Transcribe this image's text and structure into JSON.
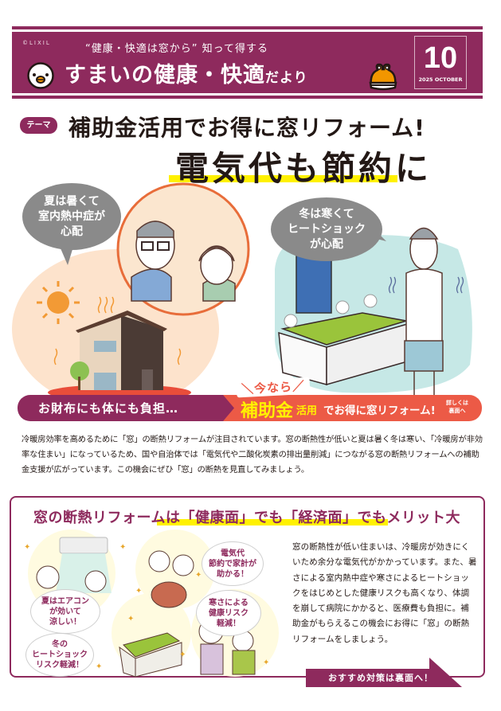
{
  "header": {
    "copyright": "©LIXIL",
    "tagline": "“健康・快適は窓から” 知って得する",
    "title_main": "すまいの健康・快適",
    "title_suffix": "だより",
    "issue_number": "10",
    "issue_date": "2025 OCTOBER",
    "brand_color": "#8e2a5d"
  },
  "theme": {
    "badge": "テーマ",
    "title": "補助金活用でお得に窓リフォーム!",
    "subtitle": "電気代も節約に",
    "highlight_color": "#fff100"
  },
  "illustrations": {
    "summer_bubble": [
      "夏は暑くて",
      "室内熱中症が",
      "心配"
    ],
    "winter_bubble": [
      "冬は寒くて",
      "ヒートショック",
      "が心配"
    ]
  },
  "banner": {
    "left": "お財布にも体にも負担…",
    "now": "今なら",
    "big": "補助金",
    "mid": "活用",
    "rest": "でお得に窓リフォーム!",
    "detail_line1": "詳しくは",
    "detail_line2": "裏面へ",
    "accent_color": "#ec5a46"
  },
  "intro": {
    "paragraph": "冷暖房効率を高めるために「窓」の断熱リフォームが注目されています。窓の断熱性が低いと夏は暑く冬は寒い、「冷暖房が非効率な住まい」になっているため、国や自治体では「電気代や二酸化炭素の排出量削減」につながる窓の断熱リフォームへの補助金支援が広がっています。この機会にぜひ「窓」の断熱を見直してみましょう。"
  },
  "merit": {
    "title": "窓の断熱リフォームは「健康面」でも「経済面」でもメリット大",
    "bubbles": {
      "aircon": [
        "夏はエアコン",
        "が効いて",
        "涼しい！"
      ],
      "savings": [
        "電気代",
        "節約で家計が",
        "助かる！"
      ],
      "health": [
        "寒さによる",
        "健康リスク",
        "軽減！"
      ],
      "heatshock": [
        "冬の",
        "ヒートショック",
        "リスク軽減！"
      ]
    },
    "paragraph": "窓の断熱性が低い住まいは、冷暖房が効きにくいため余分な電気代がかかっています。また、暑さによる室内熱中症や寒さによるヒートショックをはじめとした健康リスクも高くなり、体調を崩して病院にかかると、医療費も負担に。補助金がもらえるこの機会にお得に「窓」の断熱リフォームをしましょう。",
    "cta": "おすすめ対策は裏面へ！"
  }
}
